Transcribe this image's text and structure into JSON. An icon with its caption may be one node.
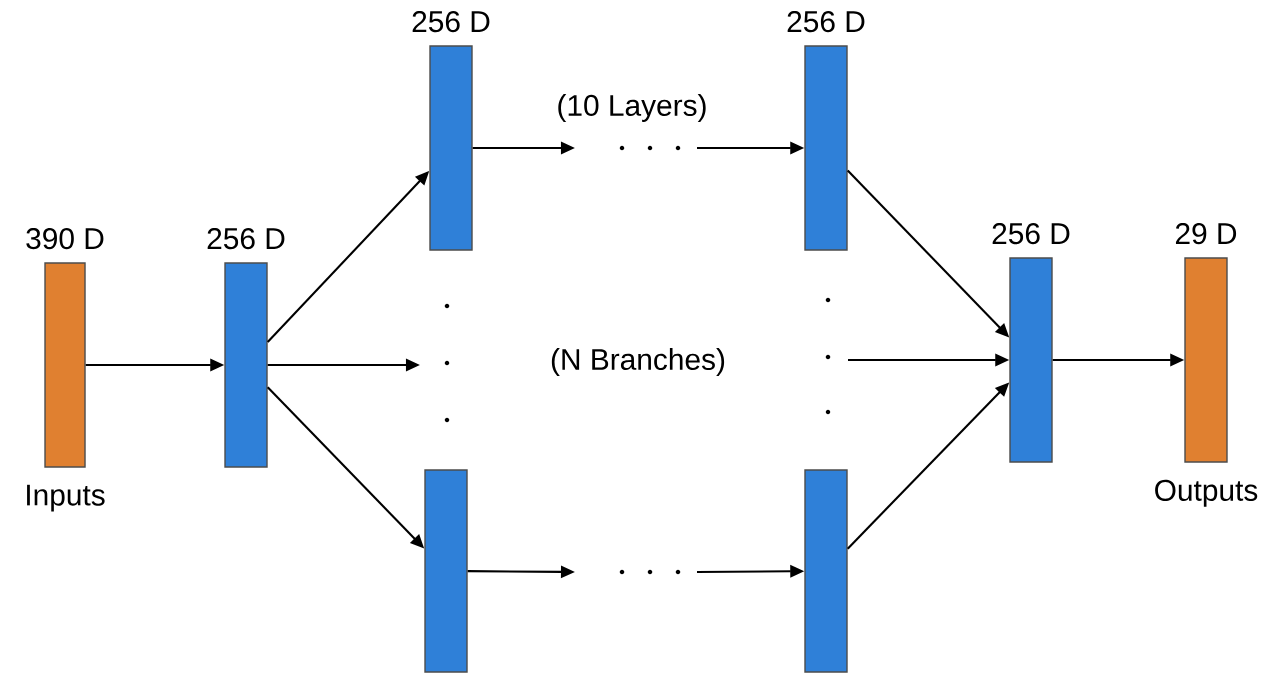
{
  "diagram": {
    "nodes": [
      {
        "text": [
          "390 D"
        ],
        "beside": [
          "Inputs"
        ]
      },
      {
        "text": [
          "256 D"
        ]
      },
      {
        "text": [
          "256 D"
        ]
      },
      {
        "text": [
          "256 D"
        ]
      },
      {
        "text": [],
        "shape": "bar"
      },
      {
        "text": [],
        "shape": "bar"
      },
      {
        "text": [
          "256 D"
        ]
      },
      {
        "text": [
          "29 D"
        ],
        "beside": [
          "Outputs"
        ]
      }
    ],
    "edges": [
      {
        "from": 0,
        "to": 1,
        "arrow": "to"
      },
      {
        "from": 1,
        "to": 2,
        "arrow": "to"
      },
      {
        "from": 1,
        "to": null,
        "arrow": "to"
      },
      {
        "from": 1,
        "to": 4,
        "arrow": "to"
      },
      {
        "from": 2,
        "to": null,
        "arrow": "to"
      },
      {
        "from": null,
        "to": 3,
        "arrow": "to"
      },
      {
        "from": 4,
        "to": null,
        "arrow": "to"
      },
      {
        "from": null,
        "to": 5,
        "arrow": "to"
      },
      {
        "from": 3,
        "to": 6,
        "arrow": "to"
      },
      {
        "from": null,
        "to": 6,
        "arrow": "to"
      },
      {
        "from": 5,
        "to": 6,
        "arrow": "to"
      },
      {
        "from": 6,
        "to": 7,
        "arrow": "to"
      }
    ],
    "labels": [
      "(10 Layers)",
      "(N Branches)"
    ]
  }
}
